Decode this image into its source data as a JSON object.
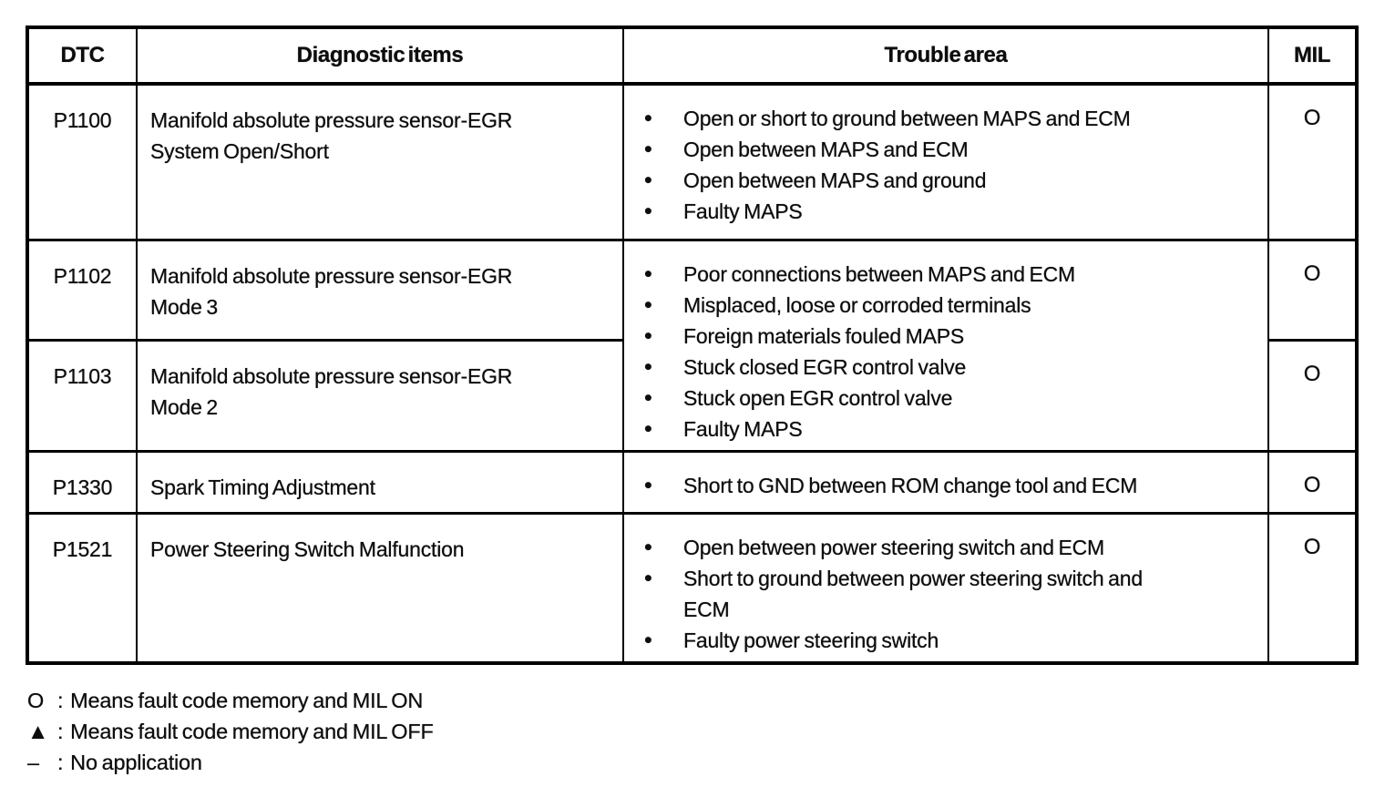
{
  "table": {
    "headers": {
      "dtc": "DTC",
      "diagnostic_items": "Diagnostic items",
      "trouble_area": "Trouble area",
      "mil": "MIL"
    },
    "rows": [
      {
        "dtc": "P1100",
        "diagnostic_item": "Manifold absolute pressure sensor-EGR\nSystem Open/Short",
        "trouble_area": [
          "Open or short to ground between MAPS and ECM",
          "Open between MAPS and ECM",
          "Open between MAPS and ground",
          "Faulty MAPS"
        ],
        "mil": "O"
      },
      {
        "dtc": "P1102",
        "diagnostic_item": "Manifold absolute pressure sensor-EGR\nMode 3",
        "trouble_area": [
          "Poor connections between MAPS and ECM",
          "Misplaced, loose or corroded terminals",
          "Foreign materials fouled MAPS",
          "Stuck closed EGR control valve",
          "Stuck open EGR control valve",
          "Faulty MAPS"
        ],
        "mil": "O"
      },
      {
        "dtc": "P1103",
        "diagnostic_item": "Manifold absolute pressure sensor-EGR\nMode 2",
        "mil": "O"
      },
      {
        "dtc": "P1330",
        "diagnostic_item": "Spark Timing Adjustment",
        "trouble_area": [
          "Short to GND between ROM change tool and ECM"
        ],
        "mil": "O"
      },
      {
        "dtc": "P1521",
        "diagnostic_item": "Power Steering Switch Malfunction",
        "trouble_area": [
          "Open between power steering switch and ECM",
          "Short to ground between power steering switch and\nECM",
          "Faulty power steering switch"
        ],
        "mil": "O"
      }
    ]
  },
  "legend": {
    "items": [
      {
        "symbol": "O",
        "meaning": "Means fault code memory and MIL ON"
      },
      {
        "symbol": "▲",
        "meaning": "Means fault code memory and MIL OFF"
      },
      {
        "symbol": "–",
        "meaning": "No application"
      }
    ]
  }
}
